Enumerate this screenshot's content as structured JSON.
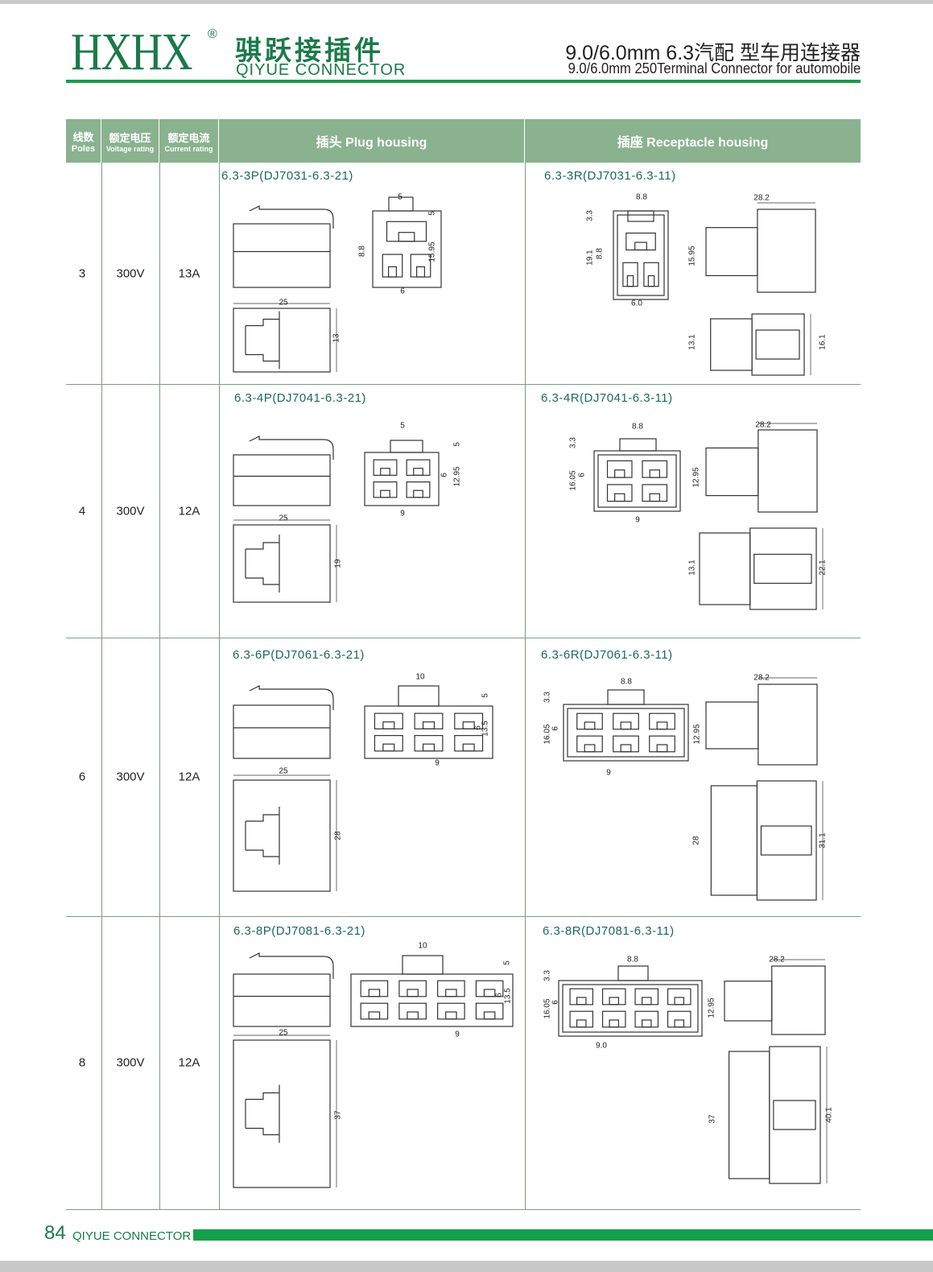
{
  "header": {
    "logo": "HXHX",
    "registered": "®",
    "brand_cn": "骐跃接插件",
    "brand_en": "QIYUE CONNECTOR",
    "title_cn": "9.0/6.0mm 6.3汽配 型车用连接器",
    "title_en": "9.0/6.0mm 250Terminal Connector for automobile"
  },
  "table_header": {
    "poles_cn": "线数",
    "poles_en": "Poles",
    "voltage_cn": "额定电压",
    "voltage_en": "Voltage rating",
    "current_cn": "额定电流",
    "current_en": "Current rating",
    "plug": "插头 Plug housing",
    "receptacle": "插座 Receptacle housing"
  },
  "rows": [
    {
      "poles": "3",
      "voltage": "300V",
      "current": "13A",
      "plug_model": "6.3-3P(DJ7031-6.3-21)",
      "receptacle_model": "6.3-3R(DJ7031-6.3-11)",
      "plug_dims": [
        "5",
        "5",
        "8.8",
        "15.95",
        "6",
        "25",
        "13"
      ],
      "receptacle_dims": [
        "8.8",
        "3.3",
        "19.1",
        "8.8",
        "15.95",
        "6.0",
        "28.2",
        "13.1",
        "16.1"
      ]
    },
    {
      "poles": "4",
      "voltage": "300V",
      "current": "12A",
      "plug_model": "6.3-4P(DJ7041-6.3-21)",
      "receptacle_model": "6.3-4R(DJ7041-6.3-11)",
      "plug_dims": [
        "5",
        "5",
        "6",
        "12.95",
        "9",
        "25",
        "19"
      ],
      "receptacle_dims": [
        "8.8",
        "3.3",
        "16.05",
        "6",
        "12.95",
        "9",
        "28.2",
        "13.1",
        "22.1"
      ]
    },
    {
      "poles": "6",
      "voltage": "300V",
      "current": "12A",
      "plug_model": "6.3-6P(DJ7061-6.3-21)",
      "receptacle_model": "6.3-6R(DJ7061-6.3-11)",
      "plug_dims": [
        "10",
        "5",
        "6",
        "13.5",
        "9",
        "25",
        "28"
      ],
      "receptacle_dims": [
        "8.8",
        "3.3",
        "16.05",
        "6",
        "12.95",
        "9",
        "28.2",
        "28",
        "31.1"
      ]
    },
    {
      "poles": "8",
      "voltage": "300V",
      "current": "12A",
      "plug_model": "6.3-8P(DJ7081-6.3-21)",
      "receptacle_model": "6.3-8R(DJ7081-6.3-11)",
      "plug_dims": [
        "10",
        "5",
        "6",
        "13.5",
        "9",
        "25",
        "37"
      ],
      "receptacle_dims": [
        "8.8",
        "3.3",
        "16.05",
        "6",
        "12.95",
        "9.0",
        "28.2",
        "37",
        "40.1"
      ]
    }
  ],
  "footer": {
    "page": "84",
    "label": "QIYUE CONNECTOR"
  },
  "colors": {
    "brand_green": "#1a7a4a",
    "header_bg": "#8ab28f",
    "footer_bar": "#13a04a"
  }
}
